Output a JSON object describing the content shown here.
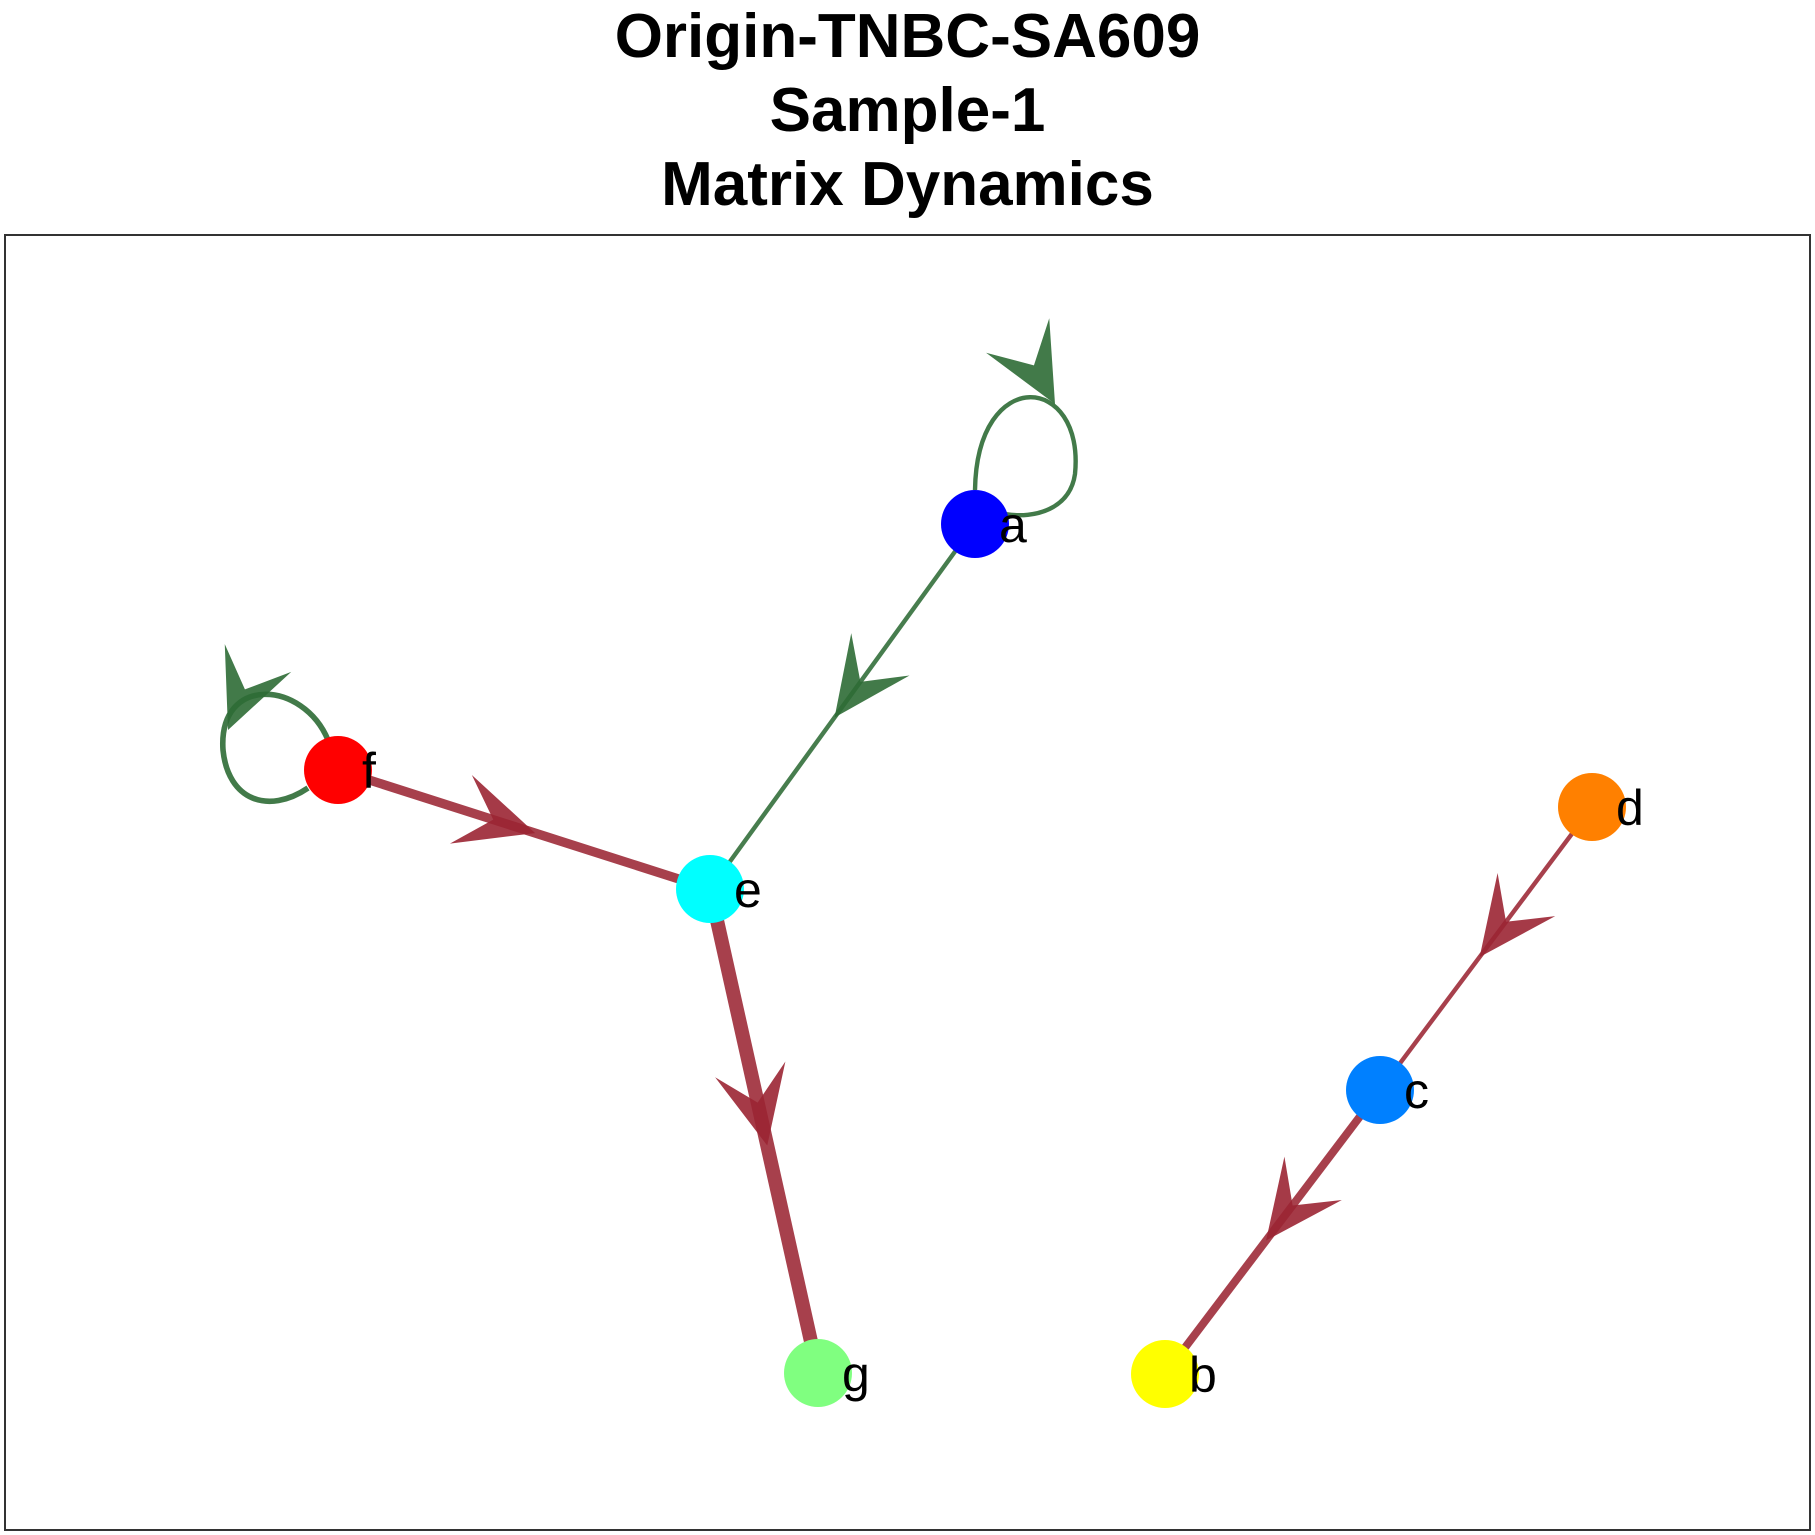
{
  "title": {
    "line1": "Origin-TNBC-SA609",
    "line2": "Sample-1",
    "line3": "Matrix Dynamics"
  },
  "colors": {
    "gain_edge": "#2e6b35",
    "loss_edge": "#9b2533",
    "frame": "#333333"
  },
  "nodes": [
    {
      "id": "a",
      "label": "a",
      "color": "#0000ff"
    },
    {
      "id": "b",
      "label": "b",
      "color": "#ffff00"
    },
    {
      "id": "c",
      "label": "c",
      "color": "#0080ff"
    },
    {
      "id": "d",
      "label": "d",
      "color": "#ff8000"
    },
    {
      "id": "e",
      "label": "e",
      "color": "#00ffff"
    },
    {
      "id": "f",
      "label": "f",
      "color": "#ff0000"
    },
    {
      "id": "g",
      "label": "g",
      "color": "#80ff80"
    }
  ],
  "edges": [
    {
      "from": "a",
      "to": "a",
      "kind": "gain",
      "weight": 1
    },
    {
      "from": "f",
      "to": "f",
      "kind": "gain",
      "weight": 1.5
    },
    {
      "from": "a",
      "to": "e",
      "kind": "gain",
      "weight": 1
    },
    {
      "from": "f",
      "to": "e",
      "kind": "loss",
      "weight": 3
    },
    {
      "from": "e",
      "to": "g",
      "kind": "loss",
      "weight": 5
    },
    {
      "from": "d",
      "to": "c",
      "kind": "loss",
      "weight": 1
    },
    {
      "from": "c",
      "to": "b",
      "kind": "loss",
      "weight": 2.5
    }
  ]
}
